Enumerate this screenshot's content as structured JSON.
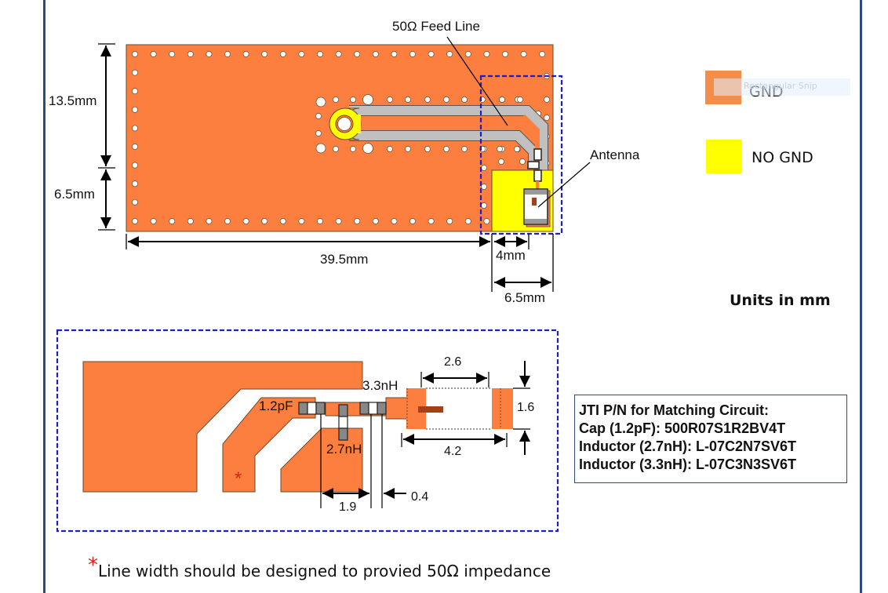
{
  "top_diagram": {
    "feed_line_label": "50Ω Feed Line",
    "antenna_label": "Antenna",
    "dim_height_upper": "13.5mm",
    "dim_height_lower": "6.5mm",
    "dim_width_main": "39.5mm",
    "dim_clearance_inner": "4mm",
    "dim_clearance_outer": "6.5mm"
  },
  "legend": {
    "items": [
      {
        "label": "GND",
        "color": "#f58d4a"
      },
      {
        "label": "NO GND",
        "color": "#ffff00"
      }
    ]
  },
  "snip_overlay_text": "Rectangular Snip",
  "units_note": "Units in mm",
  "detail_diagram": {
    "cap_label": "1.2pF",
    "inductor1_label": "2.7nH",
    "inductor2_label": "3.3nH",
    "dim_pad_gap": "2.6",
    "dim_pad_height": "1.6",
    "dim_antenna_length": "4.2",
    "dim_spacing": "1.9",
    "dim_pad_width": "0.4",
    "asterisk": "*"
  },
  "part_numbers": {
    "title": "JTI P/N for Matching Circuit:",
    "lines": [
      "Cap (1.2pF): 500R07S1R2BV4T",
      "Inductor (2.7nH): L-07C2N7SV6T",
      "Inductor (3.3nH): L-07C3N3SV6T"
    ]
  },
  "footnote": {
    "asterisk": "*",
    "text": "Line width should be designed to provied 50Ω impedance"
  },
  "colors": {
    "gnd": "#fd7f3f",
    "no_gnd": "#ffff00",
    "trace": "#c0c0c0",
    "dashed_box": "#1f1fc8",
    "frame": "#2c4a7a",
    "asterisk": "#e02020"
  }
}
